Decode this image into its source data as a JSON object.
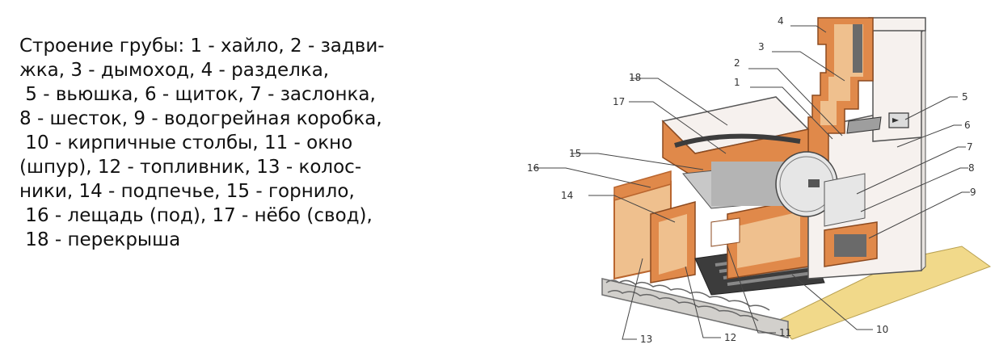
{
  "caption": {
    "lines": [
      "Строение грубы: 1 - хайло, 2 - задви-",
      "жка, 3 - дымоход, 4 - разделка,",
      " 5 - вьюшка, 6 - щиток, 7 - заслонка,",
      "8 - шесток, 9 - водогрейная коробка,",
      " 10 - кирпичные столбы, 11 - окно",
      "(шпур), 12 - топливник, 13 - колос-",
      "ники, 14 - подпечье, 15 - горнило,",
      " 16 - лещадь (под), 17 - нёбо (свод),",
      " 18 - перекрыша"
    ]
  },
  "diagram": {
    "callouts": [
      "1",
      "2",
      "3",
      "4",
      "5",
      "6",
      "7",
      "8",
      "9",
      "10",
      "11",
      "12",
      "13",
      "14",
      "15",
      "16",
      "17",
      "18"
    ],
    "colors": {
      "brick": "#e0894a",
      "brick_dark": "#b9652e",
      "fill": "#efc08e",
      "stucco": "#f6f1ee",
      "metal": "#9e9e9e",
      "metal_dark": "#4a4a4a",
      "stone": "#d2d0cc",
      "base": "#f1d98a"
    }
  }
}
